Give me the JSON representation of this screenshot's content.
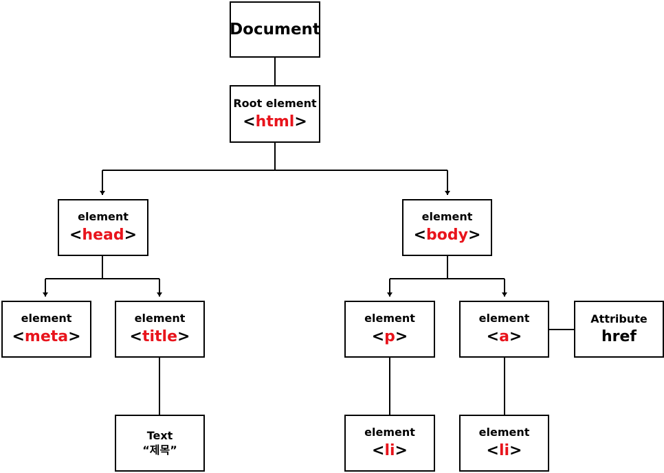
{
  "document": {
    "label": "Document"
  },
  "root": {
    "sub": "Root element",
    "tag": "html"
  },
  "head": {
    "sub": "element",
    "tag": "head"
  },
  "body": {
    "sub": "element",
    "tag": "body"
  },
  "meta": {
    "sub": "element",
    "tag": "meta"
  },
  "title": {
    "sub": "element",
    "tag": "title"
  },
  "text": {
    "sub": "Text",
    "value": "“제목”"
  },
  "p": {
    "sub": "element",
    "tag": "p"
  },
  "a": {
    "sub": "element",
    "tag": "a"
  },
  "attribute": {
    "sub": "Attribute",
    "name": "href"
  },
  "li_under_p": {
    "sub": "element",
    "tag": "li"
  },
  "li_under_a": {
    "sub": "element",
    "tag": "li"
  },
  "colors": {
    "tag_text": "#e8141c",
    "lines": "#000000",
    "borders": "#000000"
  }
}
